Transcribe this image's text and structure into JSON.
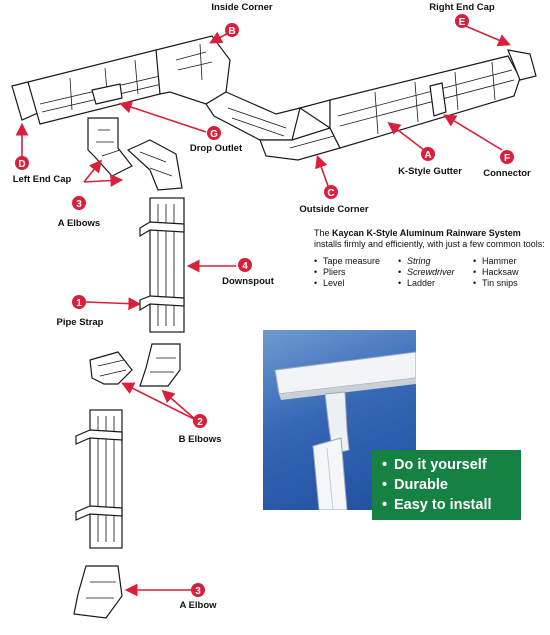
{
  "labels": {
    "inside_corner": "Inside Corner",
    "right_end_cap": "Right End Cap",
    "left_end_cap": "Left End Cap",
    "drop_outlet": "Drop Outlet",
    "k_style_gutter": "K-Style Gutter",
    "connector": "Connector",
    "outside_corner": "Outside Corner",
    "a_elbows": "A Elbows",
    "downspout": "Downspout",
    "pipe_strap": "Pipe Strap",
    "b_elbows": "B Elbows",
    "a_elbow": "A Elbow"
  },
  "badges": {
    "b": "B",
    "e": "E",
    "d": "D",
    "g": "G",
    "a": "A",
    "f": "F",
    "c": "C",
    "n3_top": "3",
    "n4": "4",
    "n1": "1",
    "n2": "2",
    "n3_bottom": "3"
  },
  "info": {
    "intro_prefix": "The ",
    "brand": "Kaycan K-Style Aluminum Rainware System",
    "intro_suffix": " installs firmly and efficiently, with just a few common tools:",
    "bullet": "•",
    "tools": [
      "Tape measure",
      "String",
      "Hammer",
      "Pliers",
      "Screwdriver",
      "Hacksaw",
      "Level",
      "Ladder",
      "Tin snips"
    ]
  },
  "benefits": {
    "bullet": "•",
    "items": [
      "Do it yourself",
      "Durable",
      "Easy to install"
    ]
  },
  "colors": {
    "badge": "#d8203a",
    "benefits_bg": "#158243",
    "photo_bg": "#3567b5"
  }
}
